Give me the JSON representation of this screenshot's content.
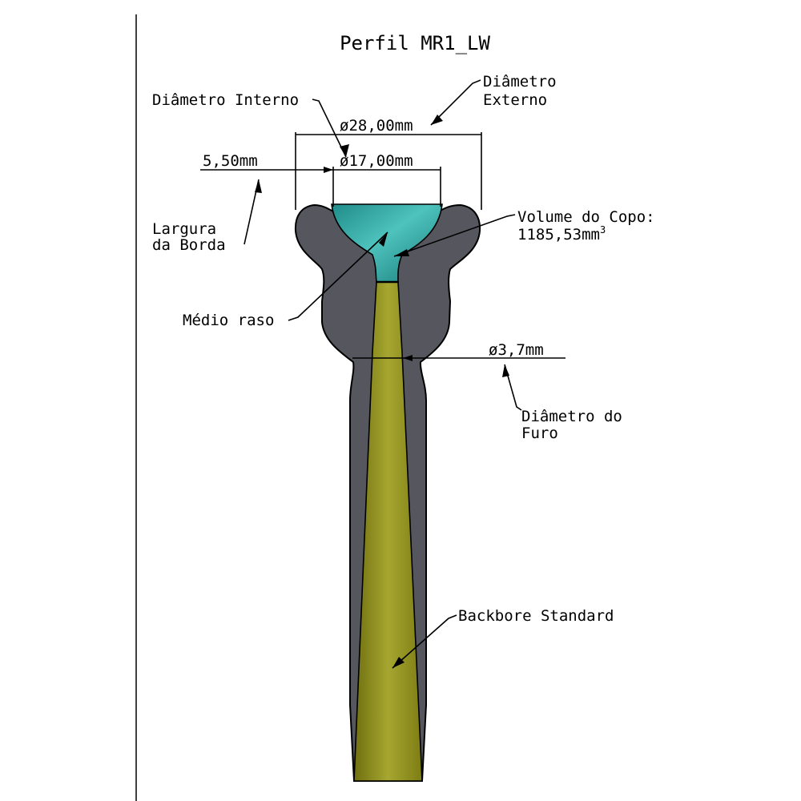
{
  "title": "Perfil MR1_LW",
  "labels": {
    "internal_diameter": "Diâmetro Interno",
    "external_diameter_line1": "Diâmetro",
    "external_diameter_line2": "Externo",
    "rim_width_line1": "Largura",
    "rim_width_line2": "da Borda",
    "cup_volume_line1": "Volume do Copo:",
    "cup_volume_line2": "1185,53mm",
    "cup_volume_superscript": "3",
    "cup_type": "Médio raso",
    "bore_diameter_line1": "Diâmetro do",
    "bore_diameter_line2": "Furo",
    "backbore": "Backbore Standard"
  },
  "dimensions": {
    "external": "ø28,00mm",
    "internal": "ø17,00mm",
    "rim_width": "5,50mm",
    "bore": "ø3,7mm"
  },
  "colors": {
    "body": "#55565e",
    "cup": "#3aa3a0",
    "bore": "#8f8f1c",
    "outline": "#000000"
  }
}
